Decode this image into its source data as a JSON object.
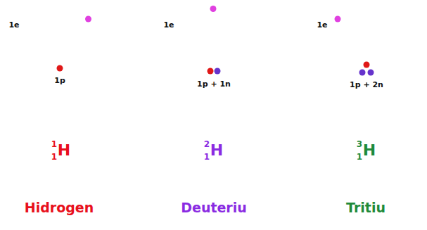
{
  "diagram": {
    "nodes": [
      {
        "text": [
          "1e",
          "1p"
        ]
      },
      {
        "text": [
          "1e",
          "1p + 1n"
        ]
      },
      {
        "text": [
          "1e",
          "1p + 2n"
        ]
      }
    ],
    "labels": [
      "1",
      "1",
      "H",
      "2",
      "1",
      "H",
      "3",
      "1",
      "H",
      "Hidrogen",
      "Deuteriu",
      "Tritiu"
    ]
  }
}
